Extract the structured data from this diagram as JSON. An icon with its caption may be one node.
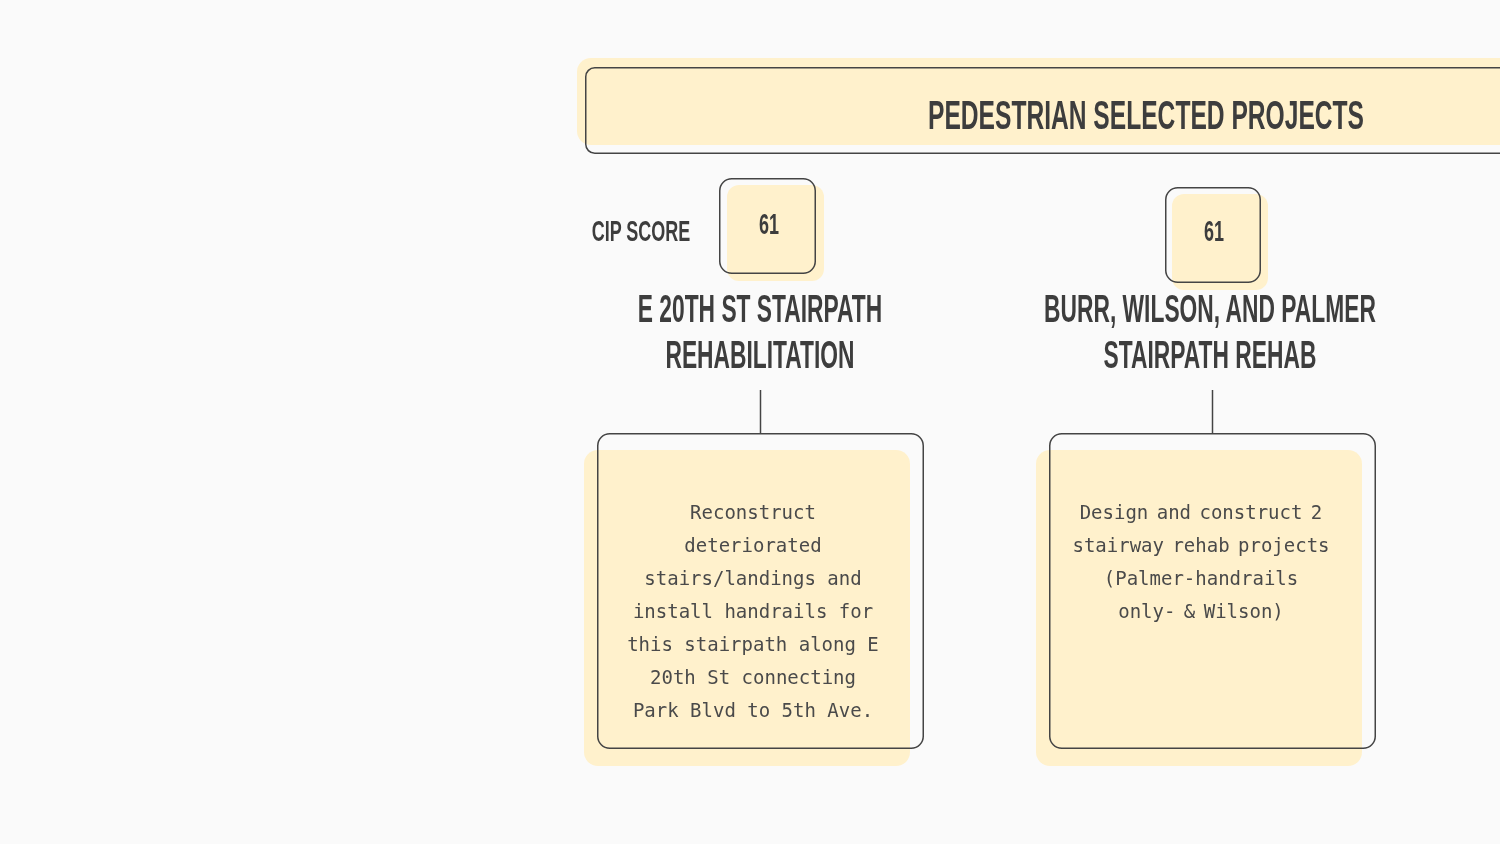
{
  "diagram": {
    "nodes": [
      {
        "text": [
          "PEDESTRIAN SELECTED PROJECTS"
        ]
      },
      {
        "text": [
          "61"
        ]
      },
      {
        "text": [
          "61"
        ]
      },
      {
        "text": [
          "E 20TH ST STAIRPATH REHABILITATION"
        ]
      },
      {
        "text": [
          "BURR, WILSON, AND PALMER STAIRPATH REHAB"
        ]
      },
      {
        "text": [
          "Reconstruct deteriorated stairs/landings and install handrails for this stairpath along E 20th St connecting Park Blvd to 5th Ave."
        ]
      },
      {
        "text": [
          "Design and construct 2 stairway rehab projects (Palmer-handrails only- & Wilson)"
        ]
      }
    ],
    "edges": [
      {
        "from": 3,
        "to": 5,
        "arrow": "none"
      },
      {
        "from": 4,
        "to": 6,
        "arrow": "none"
      }
    ],
    "labels": [
      "CIP SCORE"
    ]
  }
}
